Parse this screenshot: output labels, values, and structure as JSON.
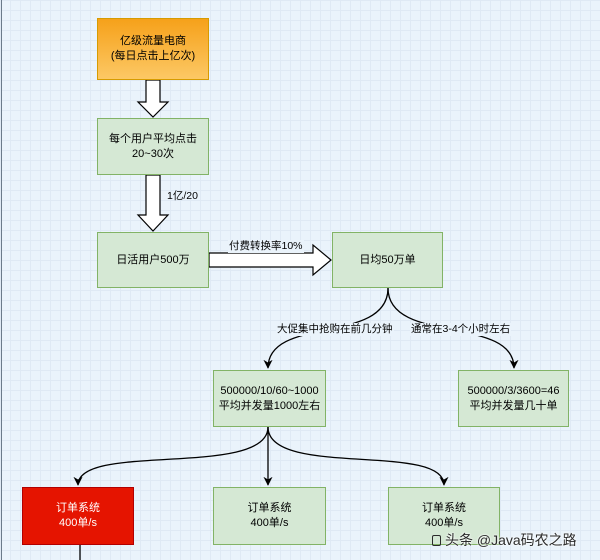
{
  "nodes": {
    "traffic": {
      "line1": "亿级流量电商",
      "line2": "(每日点击上亿次)"
    },
    "clicks": {
      "line1": "每个用户平均点击",
      "line2": "20~30次"
    },
    "dau": {
      "line1": "日活用户500万"
    },
    "daily_orders": {
      "line1": "日均50万单"
    },
    "peak": {
      "line1": "500000/10/60~1000",
      "line2": "平均并发量1000左右"
    },
    "normal": {
      "line1": "500000/3/3600=46",
      "line2": "平均并发量几十单"
    },
    "order_system_1": {
      "line1": "订单系统",
      "line2": "400单/s"
    },
    "order_system_2": {
      "line1": "订单系统",
      "line2": "400单/s"
    },
    "order_system_3": {
      "line1": "订单系统",
      "line2": "400单/s"
    }
  },
  "edges": {
    "clicks_to_dau": "1亿/20",
    "dau_to_orders": "付费转换率10%",
    "orders_to_peak": "大促集中抢购在前几分钟",
    "orders_to_normal": "通常在3-4个小时左右"
  },
  "watermark": {
    "text": "头条 @Java码农之路",
    "icon": "toutiao-logo-icon"
  },
  "colors": {
    "canvas": "#eaf3fb",
    "grid": "#dfe9f4",
    "green_fill": "#d5e8d4",
    "green_stroke": "#82b366",
    "orange_top": "#f6a11a",
    "orange_bottom": "#fcc865",
    "orange_stroke": "#d79b00",
    "red_fill": "#e51400",
    "red_stroke": "#b20000"
  }
}
